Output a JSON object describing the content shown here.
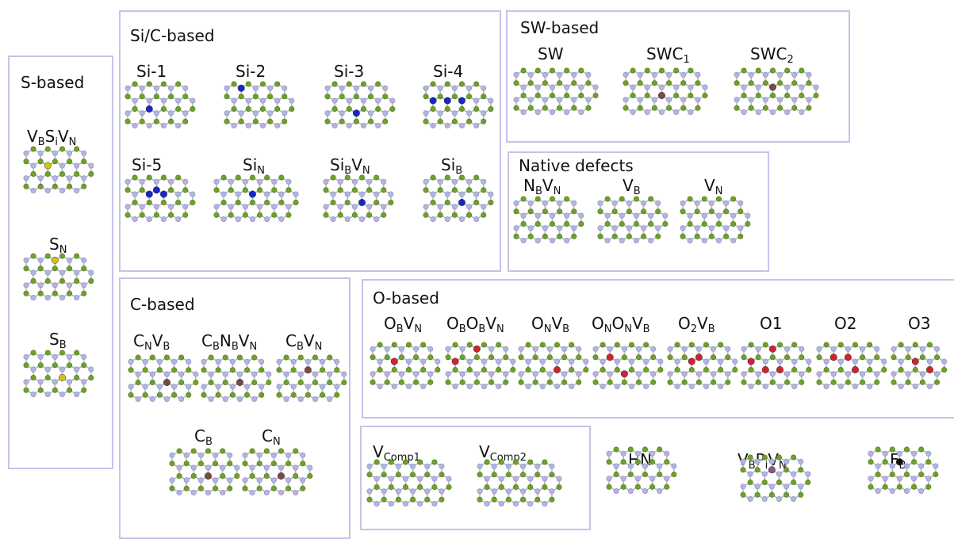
{
  "colors": {
    "boron": "#6fa12a",
    "nitrogen": "#b3b6dc",
    "bond": "#b7b9c9",
    "silicon": "#1727c8",
    "carbon": "#7a4a3f",
    "sulfur": "#d9c21c",
    "oxygen": "#d1232f",
    "phosphorus": "#8a5a78",
    "fluorine": "#111111",
    "border": "#c5c3ea"
  },
  "panels": {
    "s_based": {
      "title": "S-based",
      "structures": [
        {
          "id": "vbsivn",
          "label": [
            [
              "V",
              ""
            ],
            [
              "B",
              "sub"
            ],
            [
              "S",
              ""
            ],
            [
              "i",
              "sub"
            ],
            [
              "V",
              ""
            ],
            [
              "N",
              "sub"
            ]
          ],
          "dopant": "sulfur"
        },
        {
          "id": "sn",
          "label": [
            [
              "S",
              ""
            ],
            [
              "N",
              "sub"
            ]
          ],
          "dopant": "sulfur"
        },
        {
          "id": "sb",
          "label": [
            [
              "S",
              ""
            ],
            [
              "B",
              "sub"
            ]
          ],
          "dopant": "sulfur"
        }
      ]
    },
    "si_c_based": {
      "title": "Si/C-based",
      "structures": [
        {
          "id": "si1",
          "label": [
            [
              "Si-1",
              ""
            ]
          ],
          "dopant": "silicon"
        },
        {
          "id": "si2",
          "label": [
            [
              "Si-2",
              ""
            ]
          ],
          "dopant": "silicon"
        },
        {
          "id": "si3",
          "label": [
            [
              "Si-3",
              ""
            ]
          ],
          "dopant": "silicon"
        },
        {
          "id": "si4",
          "label": [
            [
              "Si-4",
              ""
            ]
          ],
          "dopant": "silicon"
        },
        {
          "id": "si5",
          "label": [
            [
              "Si-5",
              ""
            ]
          ],
          "dopant": "silicon"
        },
        {
          "id": "sin",
          "label": [
            [
              "Si",
              ""
            ],
            [
              "N",
              "sub"
            ]
          ],
          "dopant": "silicon"
        },
        {
          "id": "sibvn",
          "label": [
            [
              "Si",
              ""
            ],
            [
              "B",
              "sub"
            ],
            [
              "V",
              ""
            ],
            [
              "N",
              "sub"
            ]
          ],
          "dopant": "silicon"
        },
        {
          "id": "sib",
          "label": [
            [
              "Si",
              ""
            ],
            [
              "B",
              "sub"
            ]
          ],
          "dopant": "silicon"
        }
      ]
    },
    "sw_based": {
      "title": "SW-based",
      "structures": [
        {
          "id": "sw",
          "label": [
            [
              "SW",
              ""
            ]
          ],
          "dopant": "none"
        },
        {
          "id": "swc1",
          "label": [
            [
              "SWC",
              ""
            ],
            [
              "1",
              "sub"
            ]
          ],
          "dopant": "carbon"
        },
        {
          "id": "swc2",
          "label": [
            [
              "SWC",
              ""
            ],
            [
              "2",
              "sub"
            ]
          ],
          "dopant": "carbon"
        }
      ]
    },
    "native": {
      "title": "Native defects",
      "structures": [
        {
          "id": "nbvn",
          "label": [
            [
              "N",
              ""
            ],
            [
              "B",
              "sub"
            ],
            [
              "V",
              ""
            ],
            [
              "N",
              "sub"
            ]
          ],
          "dopant": "none"
        },
        {
          "id": "vb",
          "label": [
            [
              "V",
              ""
            ],
            [
              "B",
              "sub"
            ]
          ],
          "dopant": "none"
        },
        {
          "id": "vn",
          "label": [
            [
              "V",
              ""
            ],
            [
              "N",
              "sub"
            ]
          ],
          "dopant": "none"
        }
      ]
    },
    "c_based": {
      "title": "C-based",
      "structures": [
        {
          "id": "cnvb",
          "label": [
            [
              "C",
              ""
            ],
            [
              "N",
              "sub"
            ],
            [
              "V",
              ""
            ],
            [
              "B",
              "sub"
            ]
          ],
          "dopant": "carbon"
        },
        {
          "id": "cbnbvn",
          "label": [
            [
              "C",
              ""
            ],
            [
              "B",
              "sub"
            ],
            [
              "N",
              ""
            ],
            [
              "B",
              "sub"
            ],
            [
              "V",
              ""
            ],
            [
              "N",
              "sub"
            ]
          ],
          "dopant": "carbon"
        },
        {
          "id": "cbvn",
          "label": [
            [
              "C",
              ""
            ],
            [
              "B",
              "sub"
            ],
            [
              "V",
              ""
            ],
            [
              "N",
              "sub"
            ]
          ],
          "dopant": "carbon"
        },
        {
          "id": "cb",
          "label": [
            [
              "C",
              ""
            ],
            [
              "B",
              "sub"
            ]
          ],
          "dopant": "carbon"
        },
        {
          "id": "cn",
          "label": [
            [
              "C",
              ""
            ],
            [
              "N",
              "sub"
            ]
          ],
          "dopant": "carbon"
        }
      ]
    },
    "o_based": {
      "title": "O-based",
      "structures": [
        {
          "id": "obvn",
          "label": [
            [
              "O",
              ""
            ],
            [
              "B",
              "sub"
            ],
            [
              "V",
              ""
            ],
            [
              "N",
              "sub"
            ]
          ],
          "dopant": "oxygen"
        },
        {
          "id": "obobvn",
          "label": [
            [
              "O",
              ""
            ],
            [
              "B",
              "sub"
            ],
            [
              "O",
              ""
            ],
            [
              "B",
              "sub"
            ],
            [
              "V",
              ""
            ],
            [
              "N",
              "sub"
            ]
          ],
          "dopant": "oxygen"
        },
        {
          "id": "onvb",
          "label": [
            [
              "O",
              ""
            ],
            [
              "N",
              "sub"
            ],
            [
              "V",
              ""
            ],
            [
              "B",
              "sub"
            ]
          ],
          "dopant": "oxygen"
        },
        {
          "id": "ononvb",
          "label": [
            [
              "O",
              ""
            ],
            [
              "N",
              "sub"
            ],
            [
              "O",
              ""
            ],
            [
              "N",
              "sub"
            ],
            [
              "V",
              ""
            ],
            [
              "B",
              "sub"
            ]
          ],
          "dopant": "oxygen"
        },
        {
          "id": "o2vb",
          "label": [
            [
              "O",
              ""
            ],
            [
              "2",
              "sub"
            ],
            [
              "V",
              ""
            ],
            [
              "B",
              "sub"
            ]
          ],
          "dopant": "oxygen"
        },
        {
          "id": "o1",
          "label": [
            [
              "O1",
              ""
            ]
          ],
          "dopant": "oxygen"
        },
        {
          "id": "o2",
          "label": [
            [
              "O2",
              ""
            ]
          ],
          "dopant": "oxygen"
        },
        {
          "id": "o3",
          "label": [
            [
              "O3",
              ""
            ]
          ],
          "dopant": "oxygen"
        }
      ]
    },
    "complex": {
      "structures": [
        {
          "id": "vcomp1",
          "label": [
            [
              "V",
              ""
            ],
            [
              "Comp1",
              "sub"
            ]
          ],
          "dopant": "none"
        },
        {
          "id": "vcomp2",
          "label": [
            [
              "V",
              ""
            ],
            [
              "Comp2",
              "sub"
            ]
          ],
          "dopant": "none"
        }
      ]
    },
    "misc": {
      "structures": [
        {
          "id": "hn",
          "label": [
            [
              "HN",
              ""
            ]
          ],
          "dopant": "none"
        },
        {
          "id": "vbpivn",
          "label": [
            [
              "V",
              ""
            ],
            [
              "B",
              "sub"
            ],
            [
              "P",
              ""
            ],
            [
              "i",
              "sub"
            ],
            [
              "V",
              ""
            ],
            [
              "N",
              "sub"
            ]
          ],
          "dopant": "phosphorus"
        },
        {
          "id": "fb",
          "label": [
            [
              "F",
              ""
            ],
            [
              "B",
              "sub"
            ]
          ],
          "dopant": "fluorine"
        }
      ]
    }
  }
}
